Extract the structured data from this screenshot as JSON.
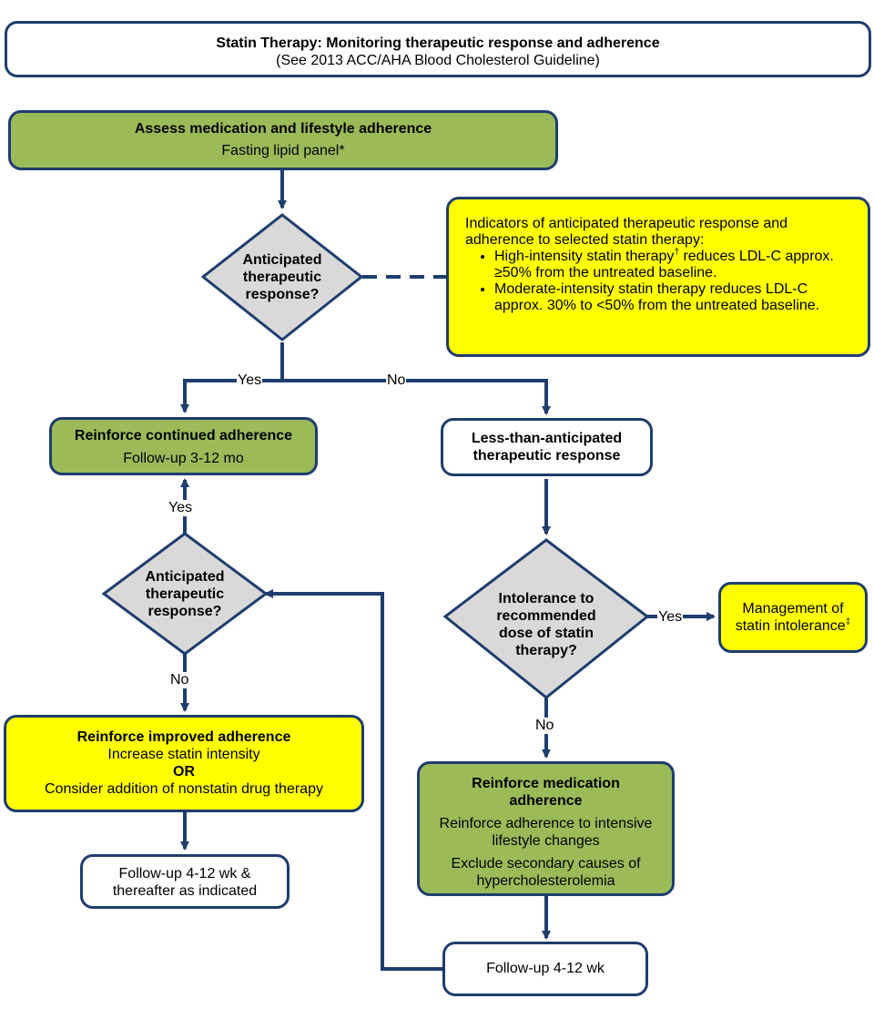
{
  "title": {
    "line1": "Statin Therapy: Monitoring therapeutic response and adherence",
    "line2": "(See 2013 ACC/AHA Blood Cholesterol Guideline)"
  },
  "assess": {
    "heading": "Assess medication and lifestyle adherence",
    "sub": "Fasting lipid panel*"
  },
  "decision1": {
    "line1": "Anticipated",
    "line2": "therapeutic",
    "line3": "response?"
  },
  "indicators": {
    "intro": "Indicators of anticipated therapeutic response and adherence to selected statin therapy:",
    "bullet1_pre": "High-intensity statin therapy",
    "bullet1_mark": "†",
    "bullet1_post": " reduces LDL-C approx. ≥50% from the untreated baseline.",
    "bullet2": "Moderate-intensity statin therapy reduces LDL-C approx. 30% to <50% from the untreated baseline."
  },
  "labels": {
    "yes": "Yes",
    "no": "No"
  },
  "reinforce_continued": {
    "heading": "Reinforce continued adherence",
    "sub": "Follow-up 3-12 mo"
  },
  "less_than": {
    "line1": "Less-than-anticipated",
    "line2": "therapeutic response"
  },
  "decision2": {
    "line1": "Anticipated",
    "line2": "therapeutic",
    "line3": "response?"
  },
  "decision3": {
    "line1": "Intolerance to",
    "line2": "recommended",
    "line3": "dose of statin",
    "line4": "therapy?"
  },
  "management": {
    "line1": "Management of",
    "line2": "statin intolerance",
    "mark": "‡"
  },
  "reinforce_improved": {
    "heading": "Reinforce improved adherence",
    "line1": "Increase statin intensity",
    "or": "OR",
    "line2": "Consider addition of nonstatin drug therapy"
  },
  "reinforce_medication": {
    "heading1": "Reinforce medication",
    "heading2": "adherence",
    "line1": "Reinforce adherence to intensive",
    "line2": "lifestyle changes",
    "line3": "Exclude secondary causes of",
    "line4": "hypercholesterolemia"
  },
  "followup_left": {
    "line1": "Follow-up 4-12 wk &",
    "line2": "thereafter as indicated"
  },
  "followup_right": {
    "text": "Follow-up 4-12 wk"
  },
  "colors": {
    "border": "#1f3d6d",
    "green": "#9bbb59",
    "yellow": "#ffff00",
    "diamond": "#d9d9d9"
  }
}
